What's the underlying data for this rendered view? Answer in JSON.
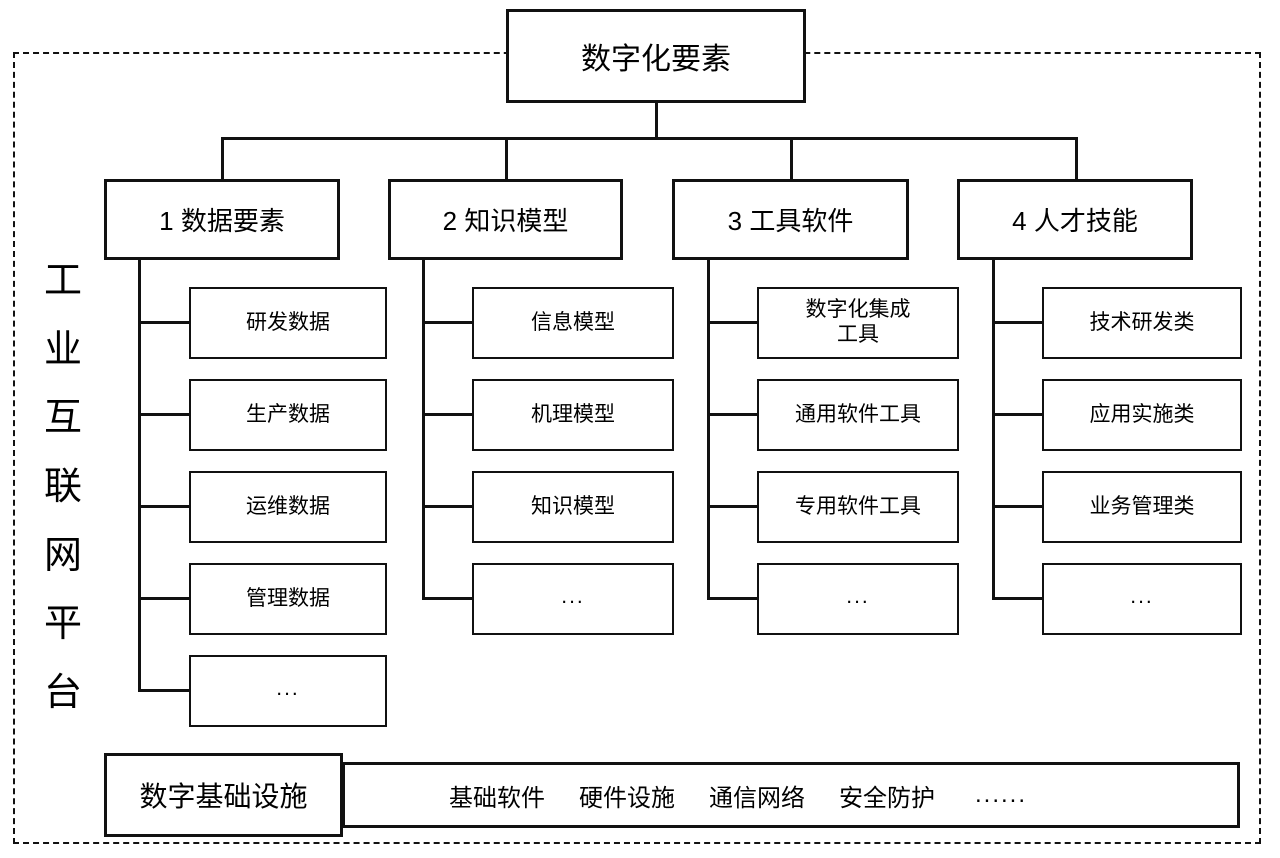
{
  "diagram": {
    "root": {
      "label": "数字化要素"
    },
    "side_label": {
      "text": "工业互联网平台",
      "chars": [
        "工",
        "业",
        "互",
        "联",
        "网",
        "平",
        "台"
      ]
    },
    "categories": [
      {
        "id": "data-elements",
        "label": "1 数据要素",
        "children": [
          {
            "label": "研发数据"
          },
          {
            "label": "生产数据"
          },
          {
            "label": "运维数据"
          },
          {
            "label": "管理数据"
          },
          {
            "label": "..."
          }
        ]
      },
      {
        "id": "knowledge-models",
        "label": "2 知识模型",
        "children": [
          {
            "label": "信息模型"
          },
          {
            "label": "机理模型"
          },
          {
            "label": "知识模型"
          },
          {
            "label": "..."
          }
        ]
      },
      {
        "id": "tool-software",
        "label": "3 工具软件",
        "children": [
          {
            "label": "数字化集成\n工具",
            "line1": "数字化集成",
            "line2": "工具"
          },
          {
            "label": "通用软件工具"
          },
          {
            "label": "专用软件工具"
          },
          {
            "label": "..."
          }
        ]
      },
      {
        "id": "talent-skills",
        "label": "4 人才技能",
        "children": [
          {
            "label": "技术研发类"
          },
          {
            "label": "应用实施类"
          },
          {
            "label": "业务管理类"
          },
          {
            "label": "..."
          }
        ]
      }
    ],
    "infrastructure": {
      "label": "数字基础设施",
      "items": [
        "基础软件",
        "硬件设施",
        "通信网络",
        "安全防护"
      ],
      "more": "......"
    },
    "colors": {
      "line": "#111111",
      "background": "#ffffff",
      "text": "#000000"
    }
  }
}
